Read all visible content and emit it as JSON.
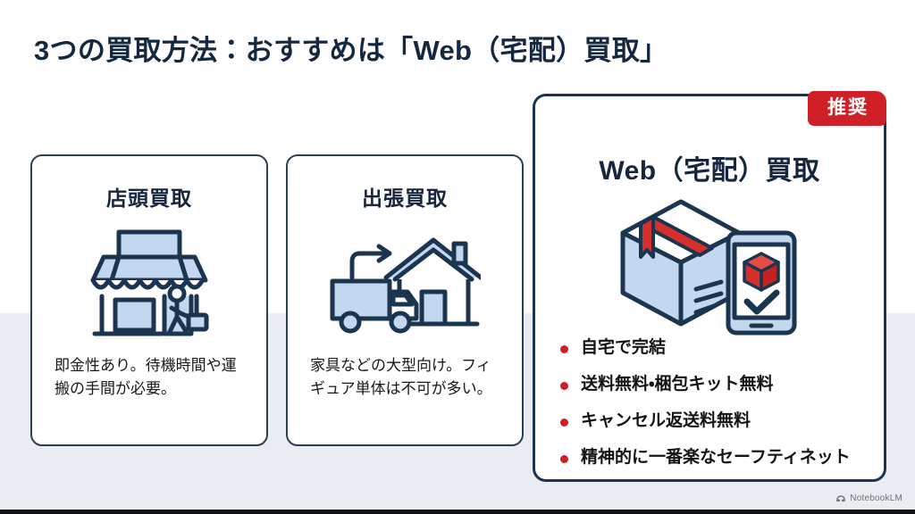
{
  "slide": {
    "title": "3つの買取方法：おすすめは「Web（宅配）買取」",
    "watermark": "NotebookLM",
    "colors": {
      "navy": "#16263f",
      "border_navy": "#2b3f57",
      "accent_red": "#cf2027",
      "icon_fill": "#c3d8ee",
      "bg_bottom": "#e9edf1"
    }
  },
  "cards": [
    {
      "id": "store",
      "heading": "店頭買取",
      "icon": "storefront-icon",
      "description": "即金性あり。待機時間や運搬の手間が必要。"
    },
    {
      "id": "visit",
      "heading": "出張買取",
      "icon": "truck-to-house-icon",
      "description": "家具などの大型向け。フィギュア単体は不可が多い。"
    }
  ],
  "recommended_card": {
    "badge": "推奨",
    "heading": "Web（宅配）買取",
    "icon": "parcel-box-and-phone-icon",
    "bullets": [
      "自宅で完結",
      "送料無料・梱包キット無料",
      "キャンセル返送料無料",
      "精神的に一番楽なセーフティネット"
    ]
  }
}
